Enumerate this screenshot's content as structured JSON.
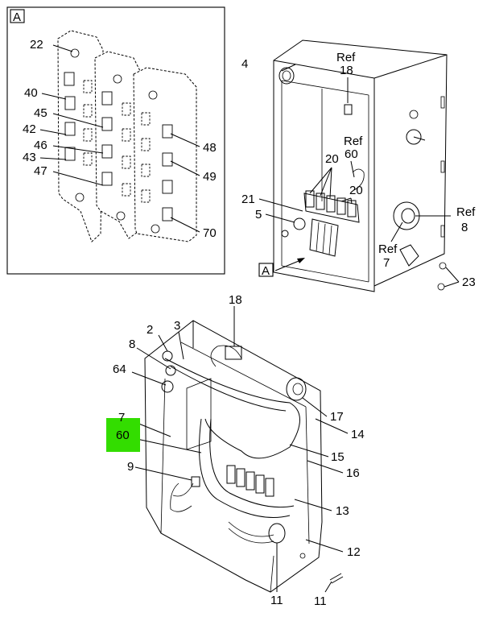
{
  "inset": {
    "corner_letter": "A",
    "labels": [
      "22",
      "40",
      "45",
      "42",
      "46",
      "43",
      "47",
      "48",
      "49",
      "70"
    ]
  },
  "assembly": {
    "view_letter": "A",
    "labels": {
      "p4": "4",
      "ref18_ref": "Ref",
      "ref18_num": "18",
      "ref60_ref": "Ref",
      "ref60_num": "60",
      "p20a": "20",
      "p20b": "20",
      "p21": "21",
      "p5": "5",
      "ref8_ref": "Ref",
      "ref8_num": "8",
      "ref7_ref": "Ref",
      "ref7_num": "7",
      "p23": "23"
    }
  },
  "harness": {
    "labels": {
      "p18": "18",
      "p2": "2",
      "p3": "3",
      "p8": "8",
      "p64": "64",
      "p17": "17",
      "p14": "14",
      "p15": "15",
      "p16": "16",
      "p9": "9",
      "p13": "13",
      "p12": "12",
      "p11a": "11",
      "p11b": "11"
    },
    "highlight": {
      "top": "7",
      "main": "60",
      "color": "#33dd00"
    }
  }
}
